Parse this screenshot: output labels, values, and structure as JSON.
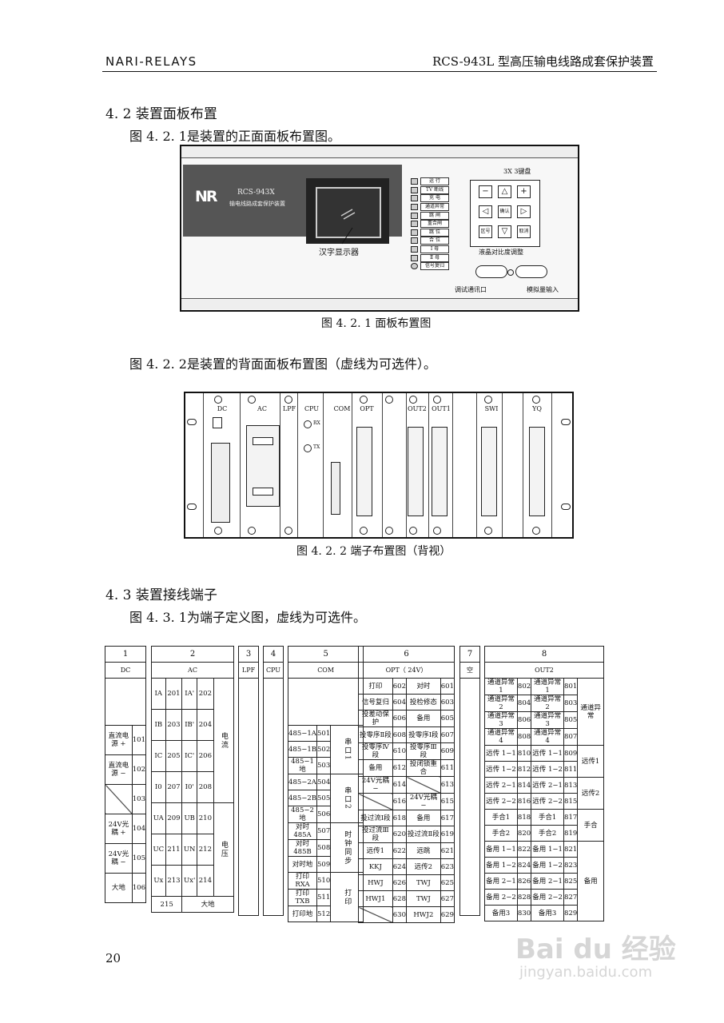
{
  "header": {
    "left": "NARI-RELAYS",
    "right": "RCS-943L 型高压输电线路成套保护装置"
  },
  "sec42": {
    "title": "4. 2 装置面板布置",
    "intro": "图 4. 2. 1是装置的正面面板布置图。"
  },
  "front": {
    "logo": "NR",
    "model": "RCS-943X",
    "model_sub": "输电线路成套保护装置",
    "lcd_label": "汉字显示器",
    "leds": [
      "运 行",
      "TV 断线",
      "充 电",
      "通道异常",
      "跳 闸",
      "重合闸",
      "跳 位",
      "合 位",
      "Ⅰ 母",
      "Ⅱ 母",
      "信号复归"
    ],
    "keypad_title": "3X 3键盘",
    "keys": {
      "minus": "−",
      "up": "△",
      "plus": "+",
      "left": "◁",
      "ok": "确认",
      "right": "▷",
      "zone": "区号",
      "down": "▽",
      "cancel": "取消"
    },
    "lcd_adjust": "液晶对比度调整",
    "debug_port": "调试通讯口",
    "analog_port": "模拟量输入"
  },
  "caption1": "图 4. 2. 1 面板布置图",
  "rear_intro": "图 4. 2. 2是装置的背面面板布置图（虚线为可选件）。",
  "rear": {
    "slots": [
      "DC",
      "AC",
      "LPF",
      "CPU",
      "COM",
      "OPT",
      "OUT2",
      "OUT1",
      "SWI",
      "YQ"
    ],
    "cpu_rx": "RX",
    "cpu_tx": "TX"
  },
  "caption2": "图 4. 2. 2 端子布置图（背视）",
  "sec43": {
    "title": "4. 3 装置接线端子",
    "intro": "图 4. 3. 1为端子定义图，虚线为可选件。"
  },
  "terminals": {
    "b1": {
      "num": "1",
      "name": "DC",
      "rows": [
        [
          "直流电源 +",
          "101"
        ],
        [
          "直流电源 −",
          "102"
        ],
        [
          "",
          "103"
        ],
        [
          "24V光耦 +",
          "104"
        ],
        [
          "24V光耦 −",
          "105"
        ],
        [
          "大地",
          "106"
        ]
      ]
    },
    "b2": {
      "num": "2",
      "name": "AC",
      "rows": [
        [
          "IA",
          "201",
          "IA'",
          "202"
        ],
        [
          "IB",
          "203",
          "IB'",
          "204"
        ],
        [
          "IC",
          "205",
          "IC'",
          "206"
        ],
        [
          "I0",
          "207",
          "I0'",
          "208"
        ],
        [
          "UA",
          "209",
          "UB",
          "210"
        ],
        [
          "UC",
          "211",
          "UN",
          "212"
        ],
        [
          "Ux",
          "213",
          "Ux'",
          "214"
        ]
      ],
      "side1": "电流",
      "side2": "电压",
      "foot": [
        "215",
        "大地"
      ]
    },
    "b3": {
      "num": "3",
      "name": "LPF"
    },
    "b4": {
      "num": "4",
      "name": "CPU"
    },
    "b5": {
      "num": "5",
      "name": "COM",
      "rows": [
        [
          "485−1A",
          "501"
        ],
        [
          "485−1B",
          "502"
        ],
        [
          "485−1地",
          "503"
        ],
        [
          "485−2A",
          "504"
        ],
        [
          "485−2B",
          "505"
        ],
        [
          "485−2地",
          "506"
        ],
        [
          "对时 485A",
          "507"
        ],
        [
          "对时 485B",
          "508"
        ],
        [
          "对时地",
          "509"
        ],
        [
          "打印 RXA",
          "510"
        ],
        [
          "打印 TXB",
          "511"
        ],
        [
          "打印地",
          "512"
        ]
      ],
      "g1": "串口1",
      "g2": "串口2",
      "g3": "时钟同步",
      "g4": "打印"
    },
    "b6": {
      "num": "6",
      "name": "OPT（ 24V）",
      "rows": [
        [
          "打印",
          "602",
          "对时",
          "601"
        ],
        [
          "信号复归",
          "604",
          "投检修态",
          "603"
        ],
        [
          "投差动保护",
          "606",
          "备用",
          "605"
        ],
        [
          "投零序Ⅱ段",
          "608",
          "投零序Ⅰ段",
          "607"
        ],
        [
          "投零序Ⅳ段",
          "610",
          "投零序Ⅲ段",
          "609"
        ],
        [
          "备用",
          "612",
          "投闭锁重合",
          "611"
        ],
        [
          "24V光耦 −",
          "614",
          "",
          "613"
        ],
        [
          "",
          "616",
          "24V光耦 −",
          "615"
        ],
        [
          "投过流Ⅰ段",
          "618",
          "备用",
          "617"
        ],
        [
          "投过流Ⅲ段",
          "620",
          "投过流Ⅱ段",
          "619"
        ],
        [
          "远传1",
          "622",
          "远跳",
          "621"
        ],
        [
          "KKJ",
          "624",
          "远传2",
          "623"
        ],
        [
          "HWJ",
          "626",
          "TWJ",
          "625"
        ],
        [
          "HWJ1",
          "628",
          "TWJ",
          "627"
        ],
        [
          "",
          "630",
          "HWJ2",
          "629"
        ]
      ]
    },
    "b7": {
      "num": "7",
      "name": "空"
    },
    "b8": {
      "num": "8",
      "name": "OUT2",
      "rows": [
        [
          "通道异常 1",
          "802",
          "通道异常 1",
          "801"
        ],
        [
          "通道异常 2",
          "804",
          "通道异常 2",
          "803"
        ],
        [
          "通道异常 3",
          "806",
          "通道异常 3",
          "805"
        ],
        [
          "通道异常 4",
          "808",
          "通道异常 4",
          "807"
        ],
        [
          "远传 1−1",
          "810",
          "远传 1−1",
          "809"
        ],
        [
          "远传 1−2",
          "812",
          "远传 1−2",
          "811"
        ],
        [
          "远传 2−1",
          "814",
          "远传 2−1",
          "813"
        ],
        [
          "远传 2−2",
          "816",
          "远传 2−2",
          "815"
        ],
        [
          "手合1",
          "818",
          "手合1",
          "817"
        ],
        [
          "手合2",
          "820",
          "手合2",
          "819"
        ],
        [
          "备用 1−1",
          "822",
          "备用 1−1",
          "821"
        ],
        [
          "备用 1−2",
          "824",
          "备用 1−2",
          "823"
        ],
        [
          "备用 2−1",
          "826",
          "备用 2−1",
          "825"
        ],
        [
          "备用 2−2",
          "828",
          "备用 2−2",
          "827"
        ],
        [
          "备用3",
          "830",
          "备用3",
          "829"
        ]
      ],
      "groups": [
        "通道异常",
        "远传1",
        "远传2",
        "手合",
        "备用"
      ]
    }
  },
  "page_number": "20",
  "watermark": {
    "text": "Bai du 经验",
    "url": "jingyan.baidu.com"
  }
}
